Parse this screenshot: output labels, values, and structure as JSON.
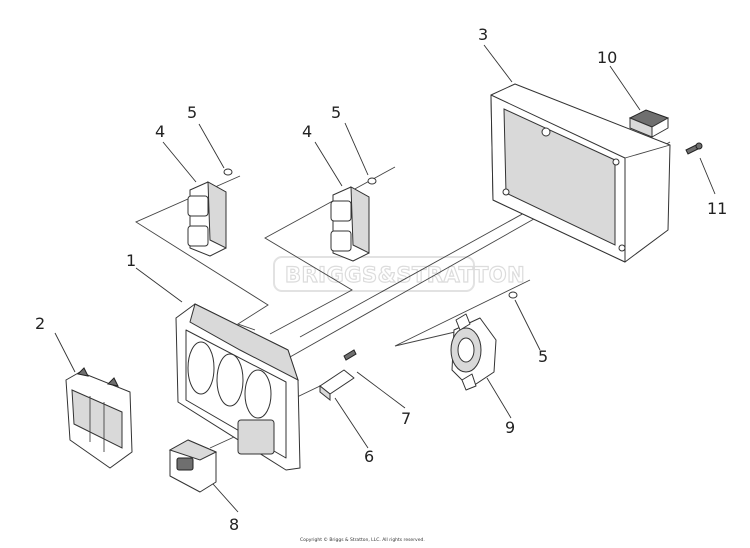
{
  "callouts": [
    "1",
    "2",
    "3",
    "4",
    "4",
    "5",
    "5",
    "5",
    "6",
    "7",
    "8",
    "9",
    "10",
    "11"
  ],
  "watermark": "BRIGGS&STRATTON",
  "copyright": "Copyright © Briggs & Stratton, LLC. All rights reserved."
}
